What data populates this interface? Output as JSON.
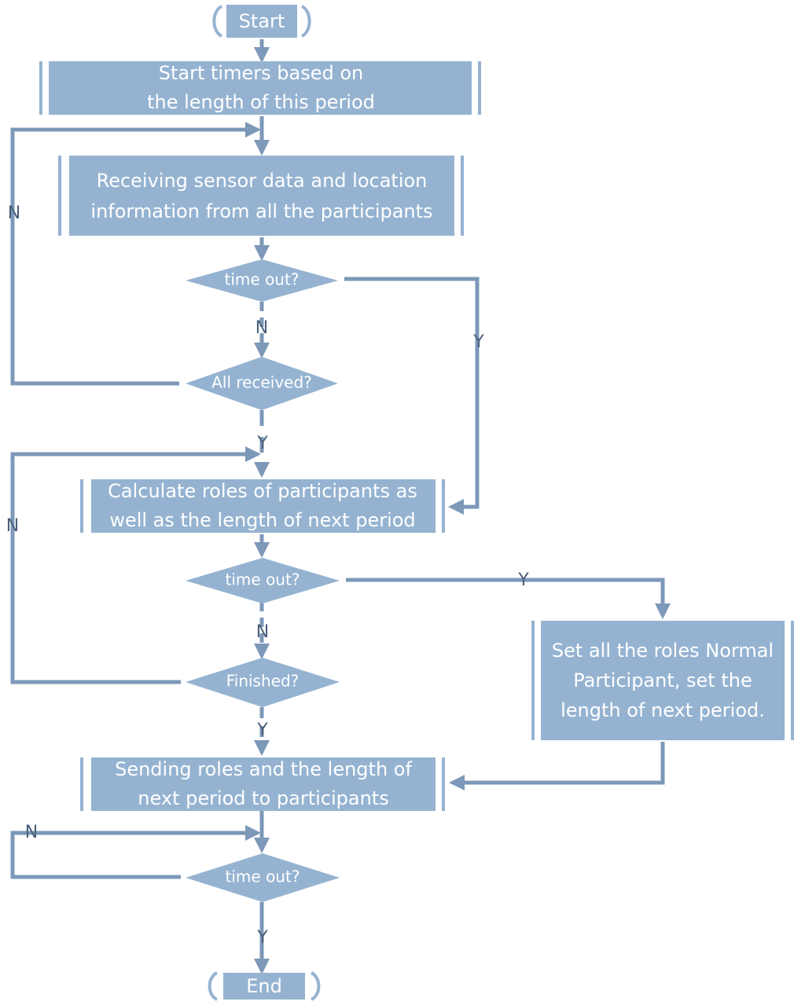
{
  "nodes": {
    "start": "Start",
    "start_timers": [
      "Start timers based on",
      "the length of this period"
    ],
    "receiving": [
      "Receiving sensor data and location",
      "information from all the participants"
    ],
    "timeout_1": "time out?",
    "all_received": "All received?",
    "calculate": [
      "Calculate roles of participants as",
      "well as the length of next period"
    ],
    "timeout_2": "time out?",
    "finished": "Finished?",
    "set_roles": [
      "Set all the roles Normal",
      "Participant, set the",
      "length of next period."
    ],
    "sending": [
      "Sending roles and the length of",
      "next period to participants"
    ],
    "timeout_3": "time out?",
    "end": "End"
  },
  "edges": {
    "n1": "N",
    "n2": "N",
    "n3": "N",
    "n4": "N",
    "n5": "N",
    "y1": "Y",
    "y2": "Y",
    "y3": "Y",
    "y4": "Y",
    "y5": "Y"
  },
  "colors": {
    "shape": "#95b3d1",
    "line": "#7d98b8",
    "label": "#4a5f7a"
  }
}
